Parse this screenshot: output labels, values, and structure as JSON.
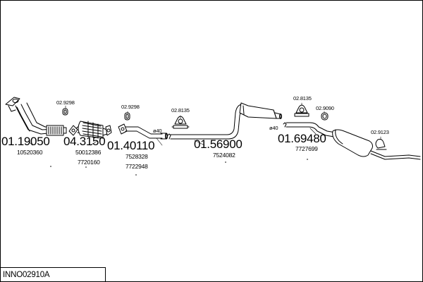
{
  "diagram_code": "INNO02910A",
  "parts": [
    {
      "number": "01.19050",
      "refs": [
        "10520360"
      ]
    },
    {
      "number": "04.3150",
      "refs": [
        "50012386",
        "7720160"
      ]
    },
    {
      "number": "01.40110",
      "refs": [
        "7528328",
        "7722948"
      ]
    },
    {
      "number": "01.56900",
      "refs": [
        "7524082"
      ]
    },
    {
      "number": "01.69480",
      "refs": [
        "7727699"
      ]
    }
  ],
  "fittings": [
    "02.9298",
    "02.9298",
    "02.8135",
    "02.8135",
    "02.9090",
    "02.9123"
  ],
  "diameters": [
    "ø40",
    "ø40"
  ]
}
